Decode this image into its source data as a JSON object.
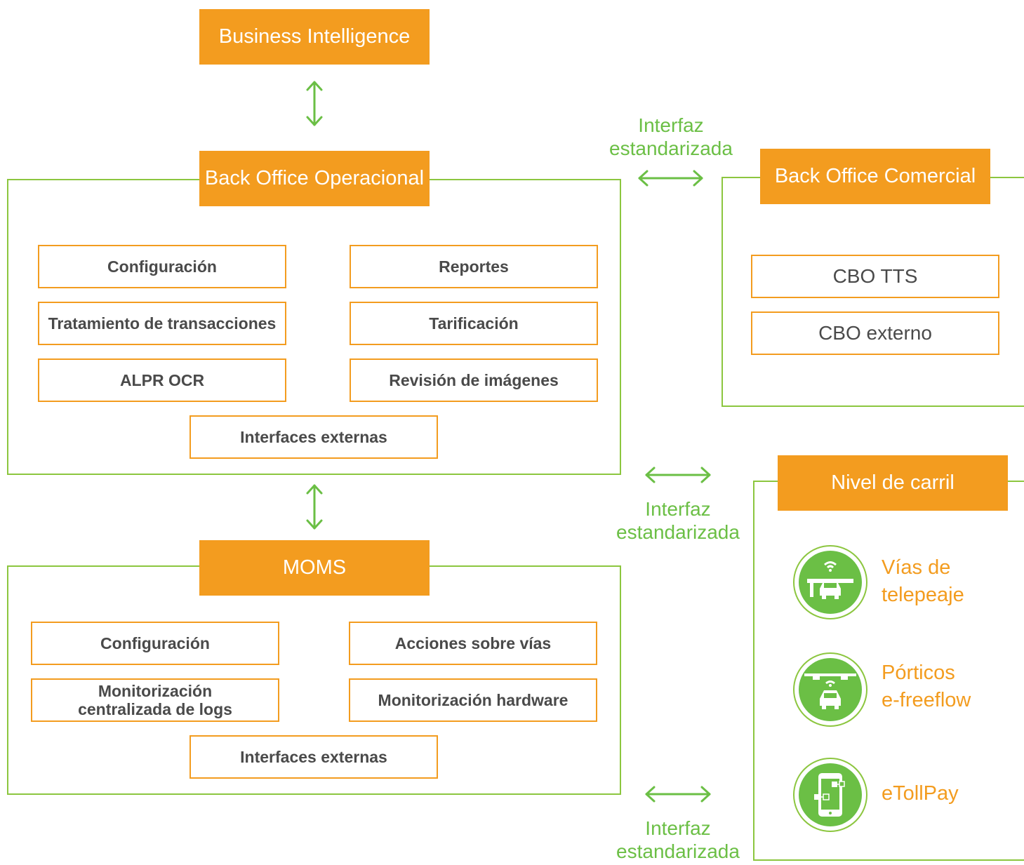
{
  "colors": {
    "accent_orange": "#f39c1f",
    "accent_green": "#8cc63f",
    "text_gray": "#4a4a4a"
  },
  "business_intelligence": {
    "title": "Business Intelligence"
  },
  "back_office_operacional": {
    "title": "Back Office Operacional",
    "modules": [
      "Configuración",
      "Reportes",
      "Tratamiento de transacciones",
      "Tarificación",
      "ALPR OCR",
      "Revisión de imágenes",
      "Interfaces externas"
    ]
  },
  "moms": {
    "title": "MOMS",
    "modules": [
      "Configuración",
      "Acciones sobre vías",
      "Monitorización\ncentralizada de logs",
      "Monitorización hardware",
      "Interfaces externas"
    ]
  },
  "back_office_comercial": {
    "title": "Back Office Comercial",
    "modules": [
      "CBO TTS",
      "CBO externo"
    ]
  },
  "nivel_de_carril": {
    "title": "Nivel de carril",
    "items": [
      {
        "label": "Vías de\ntelepeaje",
        "icon": "toll-lane-car-icon"
      },
      {
        "label": "Pórticos\ne-freeflow",
        "icon": "gantry-car-icon"
      },
      {
        "label": "eTollPay",
        "icon": "mobile-payment-icon"
      }
    ]
  },
  "interfaces": [
    "Interfaz\nestandarizada",
    "Interfaz\nestandarizada",
    "Interfaz\nestandarizada"
  ]
}
